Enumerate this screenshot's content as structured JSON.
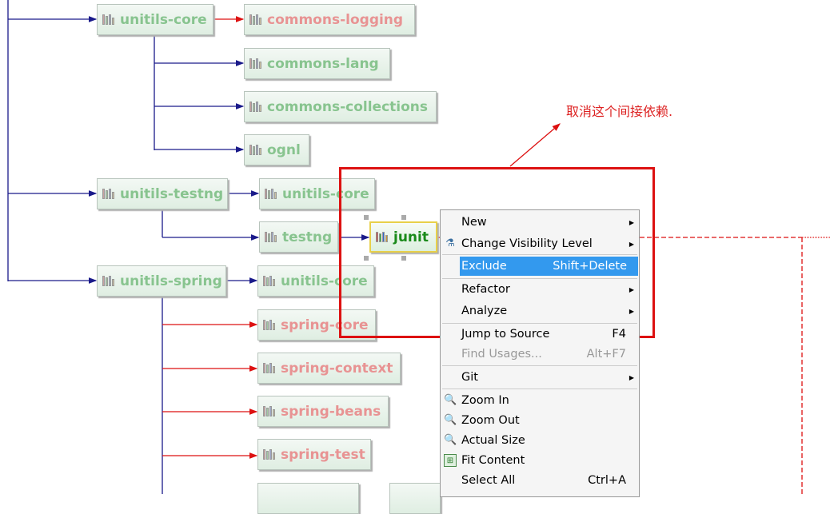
{
  "graph": {
    "nodes": [
      {
        "label": "unitils-core",
        "status": "green"
      },
      {
        "label": "commons-logging",
        "status": "red"
      },
      {
        "label": "commons-lang",
        "status": "green"
      },
      {
        "label": "commons-collections",
        "status": "green"
      },
      {
        "label": "ognl",
        "status": "green"
      },
      {
        "label": "unitils-testng",
        "status": "green"
      },
      {
        "label": "unitils-core",
        "status": "green"
      },
      {
        "label": "testng",
        "status": "green"
      },
      {
        "label": "junit",
        "status": "selected"
      },
      {
        "label": "unitils-spring",
        "status": "green"
      },
      {
        "label": "unitils-core",
        "status": "green"
      },
      {
        "label": "spring-core",
        "status": "red"
      },
      {
        "label": "spring-context",
        "status": "red"
      },
      {
        "label": "spring-beans",
        "status": "red"
      },
      {
        "label": "spring-test",
        "status": "red"
      }
    ]
  },
  "annotation": {
    "text": "取消这个间接依赖.",
    "color": "#dd2222"
  },
  "context_menu": {
    "items": [
      {
        "label": "New",
        "submenu": true
      },
      {
        "label": "Change Visibility Level",
        "submenu": true,
        "icon": "filter-icon"
      },
      {
        "label": "Exclude",
        "shortcut": "Shift+Delete",
        "highlighted": true
      },
      {
        "label": "Refactor",
        "submenu": true
      },
      {
        "label": "Analyze",
        "submenu": true
      },
      {
        "label": "Jump to Source",
        "shortcut": "F4"
      },
      {
        "label": "Find Usages...",
        "shortcut": "Alt+F7",
        "disabled": true
      },
      {
        "label": "Git",
        "submenu": true
      },
      {
        "label": "Zoom In",
        "icon": "zoom-in-icon"
      },
      {
        "label": "Zoom Out",
        "icon": "zoom-out-icon"
      },
      {
        "label": "Actual Size",
        "icon": "actual-size-icon"
      },
      {
        "label": "Fit Content",
        "icon": "fit-content-icon"
      },
      {
        "label": "Select All",
        "shortcut": "Ctrl+A"
      }
    ]
  },
  "colors": {
    "highlight": "#3399ee",
    "edge_normal": "#1a1a8a",
    "edge_conflict": "#dd1111"
  }
}
